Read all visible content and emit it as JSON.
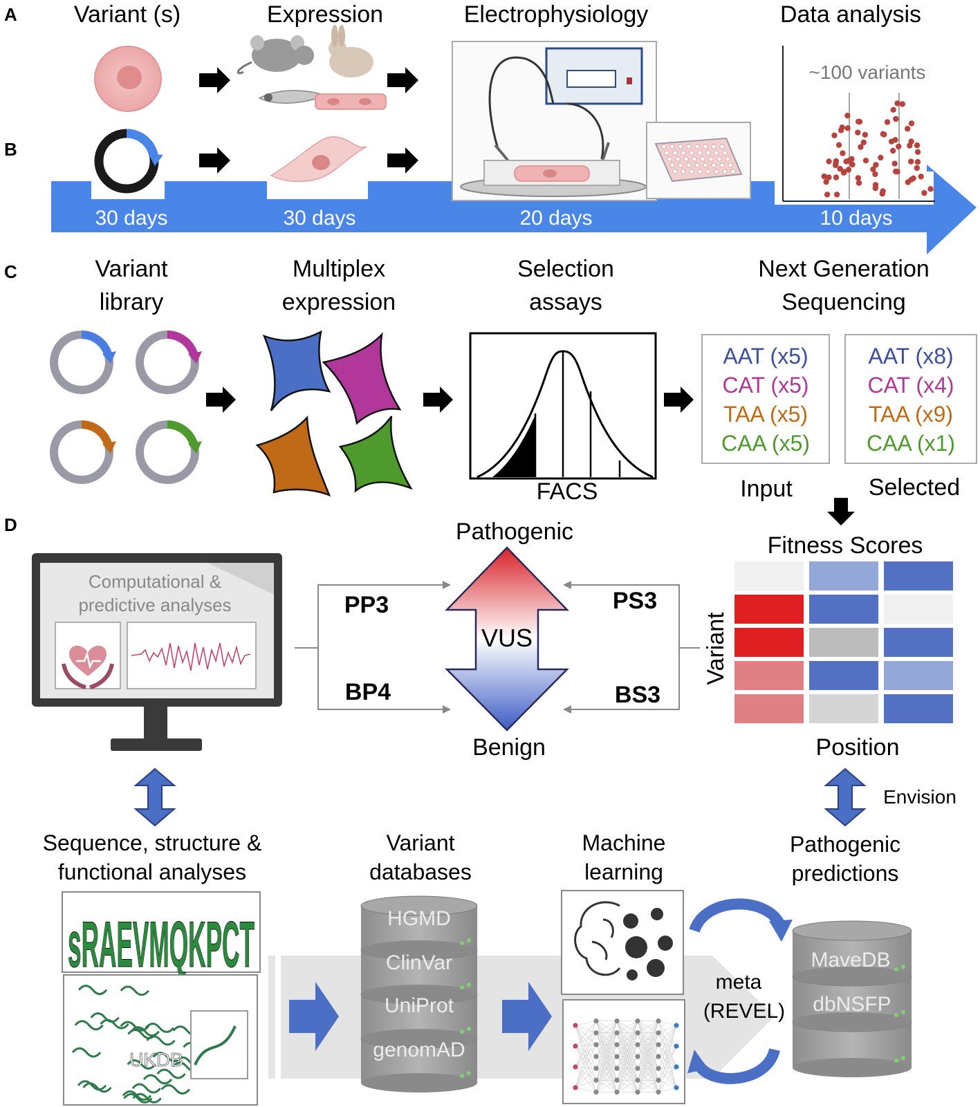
{
  "panels": {
    "a": "A",
    "b": "B",
    "c": "C",
    "d": "D"
  },
  "row_a": {
    "variants": "Variant (s)",
    "expression": "Expression",
    "electrophysiology": "Electrophysiology",
    "data_analysis": "Data analysis",
    "variants_count": "~100 variants"
  },
  "timeline": {
    "t1": "30 days",
    "t2": "30 days",
    "t3": "20 days",
    "t4": "10 days"
  },
  "row_c": {
    "library_1": "Variant",
    "library_2": "library",
    "multiplex_1": "Multiplex",
    "multiplex_2": "expression",
    "selection_1": "Selection",
    "selection_2": "assays",
    "ngs_1": "Next Generation",
    "ngs_2": "Sequencing",
    "facs": "FACS",
    "input_label": "Input",
    "selected_label": "Selected",
    "input_counts": [
      "AAT (x5)",
      "CAT (x5)",
      "TAA (x5)",
      "CAA (x5)"
    ],
    "selected_counts": [
      "AAT (x8)",
      "CAT (x4)",
      "TAA (x9)",
      "CAA (x1)"
    ]
  },
  "codon_colors": [
    "#3b4fa0",
    "#b1389a",
    "#c06a17",
    "#4f9a2c"
  ],
  "row_d": {
    "computational_1": "Computational &",
    "computational_2": "predictive analyses",
    "pathogenic": "Pathogenic",
    "benign": "Benign",
    "vus": "VUS",
    "pp3": "PP3",
    "bp4": "BP4",
    "ps3": "PS3",
    "bs3": "BS3",
    "fitness_title": "Fitness Scores",
    "variant_axis": "Variant",
    "position_axis": "Position",
    "envision": "Envision"
  },
  "heatmap_colors": [
    [
      "#f0f0f0",
      "#94a8d8",
      "#5470c2"
    ],
    [
      "#e01f22",
      "#5470c2",
      "#f0f0f0"
    ],
    [
      "#e01f22",
      "#bcbcbc",
      "#5470c2"
    ],
    [
      "#e08084",
      "#5470c2",
      "#94a8d8"
    ],
    [
      "#e08084",
      "#d4d4d4",
      "#5470c2"
    ]
  ],
  "bottom": {
    "seq_1": "Sequence, structure &",
    "seq_2": "functional analyses",
    "logo": "sRAEVMQKPCT",
    "ukdb": "UKDB",
    "db_1": "Variant",
    "db_2": "databases",
    "databases": [
      "HGMD",
      "ClinVar",
      "UniProt",
      "genomAD"
    ],
    "ml_1": "Machine",
    "ml_2": "learning",
    "meta_1": "meta",
    "meta_2": "(REVEL)",
    "pred_1": "Pathogenic",
    "pred_2": "predictions",
    "pred_databases": [
      "MaveDB",
      "dbNSFP"
    ]
  }
}
